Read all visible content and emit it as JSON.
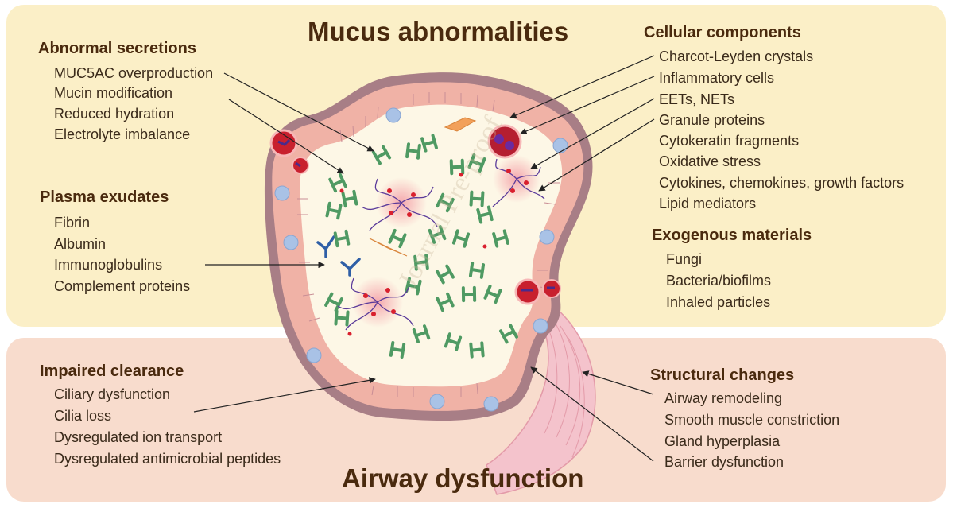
{
  "title_top": "Mucus abnormalities",
  "title_bottom": "Airway dysfunction",
  "watermark": "Journal Pre-proof",
  "groups": {
    "abnormal_secretions": {
      "heading": "Abnormal secretions",
      "items": [
        "MUC5AC overproduction",
        "Mucin modification",
        "Reduced hydration",
        "Electrolyte imbalance"
      ]
    },
    "plasma_exudates": {
      "heading": "Plasma exudates",
      "items": [
        "Fibrin",
        "Albumin",
        "Immunoglobulins",
        "Complement proteins"
      ]
    },
    "cellular_components": {
      "heading": "Cellular components",
      "items": [
        "Charcot-Leyden crystals",
        "Inflammatory cells",
        "EETs, NETs",
        "Granule proteins",
        "Cytokeratin fragments",
        "Oxidative stress",
        "Cytokines, chemokines, growth factors",
        "Lipid mediators"
      ]
    },
    "exogenous_materials": {
      "heading": "Exogenous materials",
      "items": [
        "Fungi",
        "Bacteria/biofilms",
        "Inhaled particles"
      ]
    },
    "impaired_clearance": {
      "heading": "Impaired clearance",
      "items": [
        "Ciliary dysfunction",
        "Cilia loss",
        "Dysregulated ion transport",
        "Dysregulated antimicrobial peptides"
      ]
    },
    "structural_changes": {
      "heading": "Structural changes",
      "items": [
        "Airway remodeling",
        "Smooth muscle constriction",
        "Gland hyperplasia",
        "Barrier dysfunction"
      ]
    }
  },
  "colors": {
    "top_panel": "#fbefc7",
    "bottom_panel": "#f8dccd",
    "text_heading": "#4a2a0e",
    "airway_wall": "#a87e86",
    "lumen": "#fdf7e6",
    "mucin": "#4f9a63",
    "cell": "#f0b2a6",
    "cell_blue": "#a9c2e6",
    "fiber": "#5a3a9a",
    "crystal": "#f2a05a",
    "antibody": "#2f5fa6"
  }
}
